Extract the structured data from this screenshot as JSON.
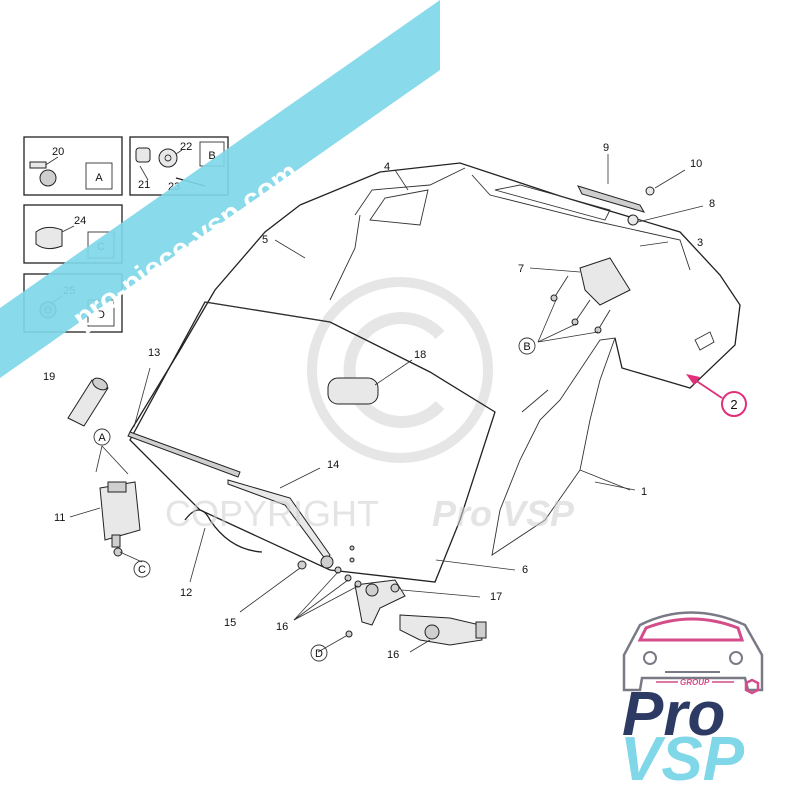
{
  "watermark": {
    "copyright_text": "COPYRIGHT",
    "brand_text": "Pro VSP",
    "banner_text": "pro-piece-vsp.com"
  },
  "logo": {
    "group_text": "GROUP",
    "pro_text": "Pro",
    "vsp_text": "VSP",
    "colors": {
      "navy": "#2d3a63",
      "cyan": "#7fd7e8",
      "pink": "#d44c8a"
    }
  },
  "inset_boxes": [
    {
      "labels": [
        "20"
      ],
      "letter": "A"
    },
    {
      "labels": [
        "22",
        "21",
        "23"
      ],
      "letter": "B"
    },
    {
      "labels": [
        "24"
      ],
      "letter": "C"
    },
    {
      "labels": [
        "25"
      ],
      "letter": "D"
    }
  ],
  "callouts": {
    "n1": "1",
    "n2": "2",
    "n3": "3",
    "n4": "4",
    "n5": "5",
    "n6": "6",
    "n7": "7",
    "n8": "8",
    "n9": "9",
    "n10": "10",
    "n11": "11",
    "n12": "12",
    "n13": "13",
    "n14": "14",
    "n15": "15",
    "n16a": "16",
    "n16b": "16",
    "n17": "17",
    "n18": "18",
    "n19": "19"
  },
  "fastener_refs": {
    "A": "A",
    "B": "B",
    "C": "C",
    "D": "D"
  },
  "highlight": {
    "label": "2",
    "color": "#e0307a"
  },
  "banner_color": "#7fd7e8"
}
